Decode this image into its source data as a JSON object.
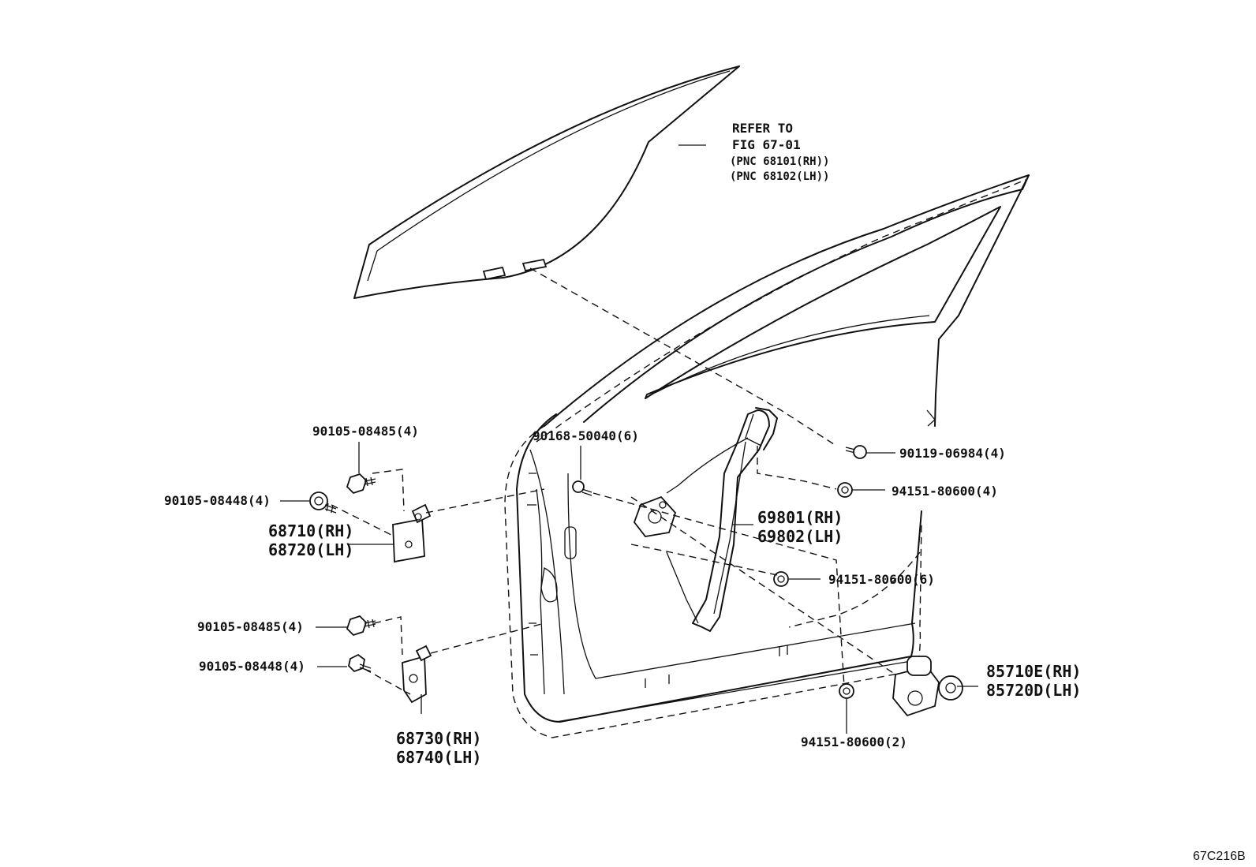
{
  "refer": {
    "line1": "REFER TO",
    "line2": "FIG 67-01",
    "line3": "(PNC 68101(RH))",
    "line4": "(PNC 68102(LH))"
  },
  "labels": {
    "bolt_upper_hinge_top": "90105-08485(4)",
    "bolt_upper_hinge_side": "90105-08448(4)",
    "upper_hinge_rh": "68710(RH)",
    "upper_hinge_lh": "68720(LH)",
    "bolt_lower_hinge_top": "90105-08485(4)",
    "bolt_lower_hinge_side": "90105-08448(4)",
    "lower_hinge_rh": "68730(RH)",
    "lower_hinge_lh": "68740(LH)",
    "screw_door": "90168-50040(6)",
    "bolt_glass": "90119-06984(4)",
    "nut_regulator_upper": "94151-80600(4)",
    "regulator_rh": "69801(RH)",
    "regulator_lh": "69802(LH)",
    "nut_regulator_mid": "94151-80600(6)",
    "motor_rh": "85710E(RH)",
    "motor_lh": "85720D(LH)",
    "nut_motor": "94151-80600(2)"
  },
  "figure_code": "67C216B"
}
